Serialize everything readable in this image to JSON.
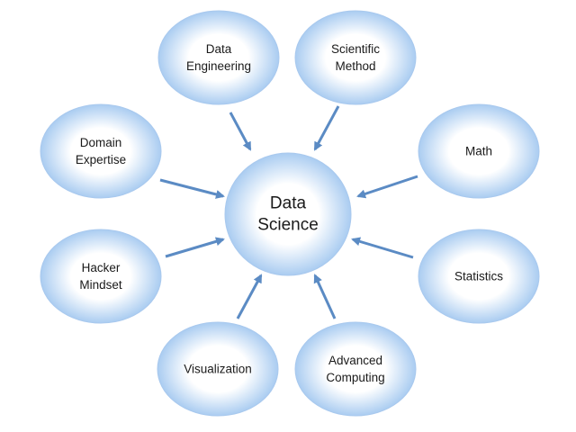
{
  "center": {
    "lines": [
      "Data",
      "Science"
    ]
  },
  "nodes": [
    {
      "id": "data-engineering",
      "lines": [
        "Data",
        "Engineering"
      ]
    },
    {
      "id": "scientific-method",
      "lines": [
        "Scientific",
        "Method"
      ]
    },
    {
      "id": "domain-expertise",
      "lines": [
        "Domain",
        "Expertise"
      ]
    },
    {
      "id": "math",
      "lines": [
        "Math"
      ]
    },
    {
      "id": "hacker-mindset",
      "lines": [
        "Hacker",
        "Mindset"
      ]
    },
    {
      "id": "statistics",
      "lines": [
        "Statistics"
      ]
    },
    {
      "id": "visualization",
      "lines": [
        "Visualization"
      ]
    },
    {
      "id": "advanced-computing",
      "lines": [
        "Advanced",
        "Computing"
      ]
    }
  ],
  "colors": {
    "bubble_inner": "#ffffff",
    "bubble_outer": "#99c2ee",
    "bubble_stroke": "#a9c9ee",
    "arrow": "#5b8bc4"
  }
}
